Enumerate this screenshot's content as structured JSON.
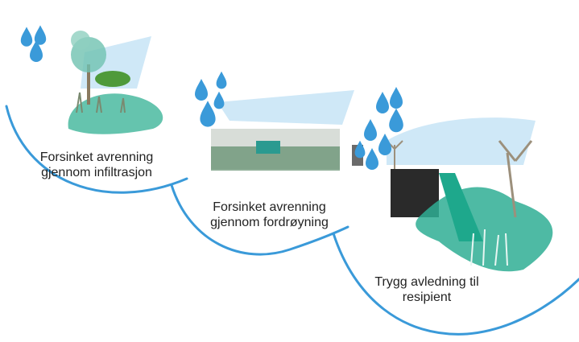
{
  "colors": {
    "curve": "#3a9ad9",
    "drop": "#3a9ad9",
    "sky": "#cfe8f7",
    "water": "#2fae94"
  },
  "stages": [
    {
      "line1": "Forsinket avrenning",
      "line2": "gjennom infiltrasjon",
      "icon": "raindrops-icon"
    },
    {
      "line1": "Forsinket avrenning",
      "line2": "gjennom fordrøyning",
      "icon": "raindrops-icon"
    },
    {
      "line1": "Trygg avledning til",
      "line2": "resipient",
      "icon": "raindrops-icon"
    }
  ]
}
